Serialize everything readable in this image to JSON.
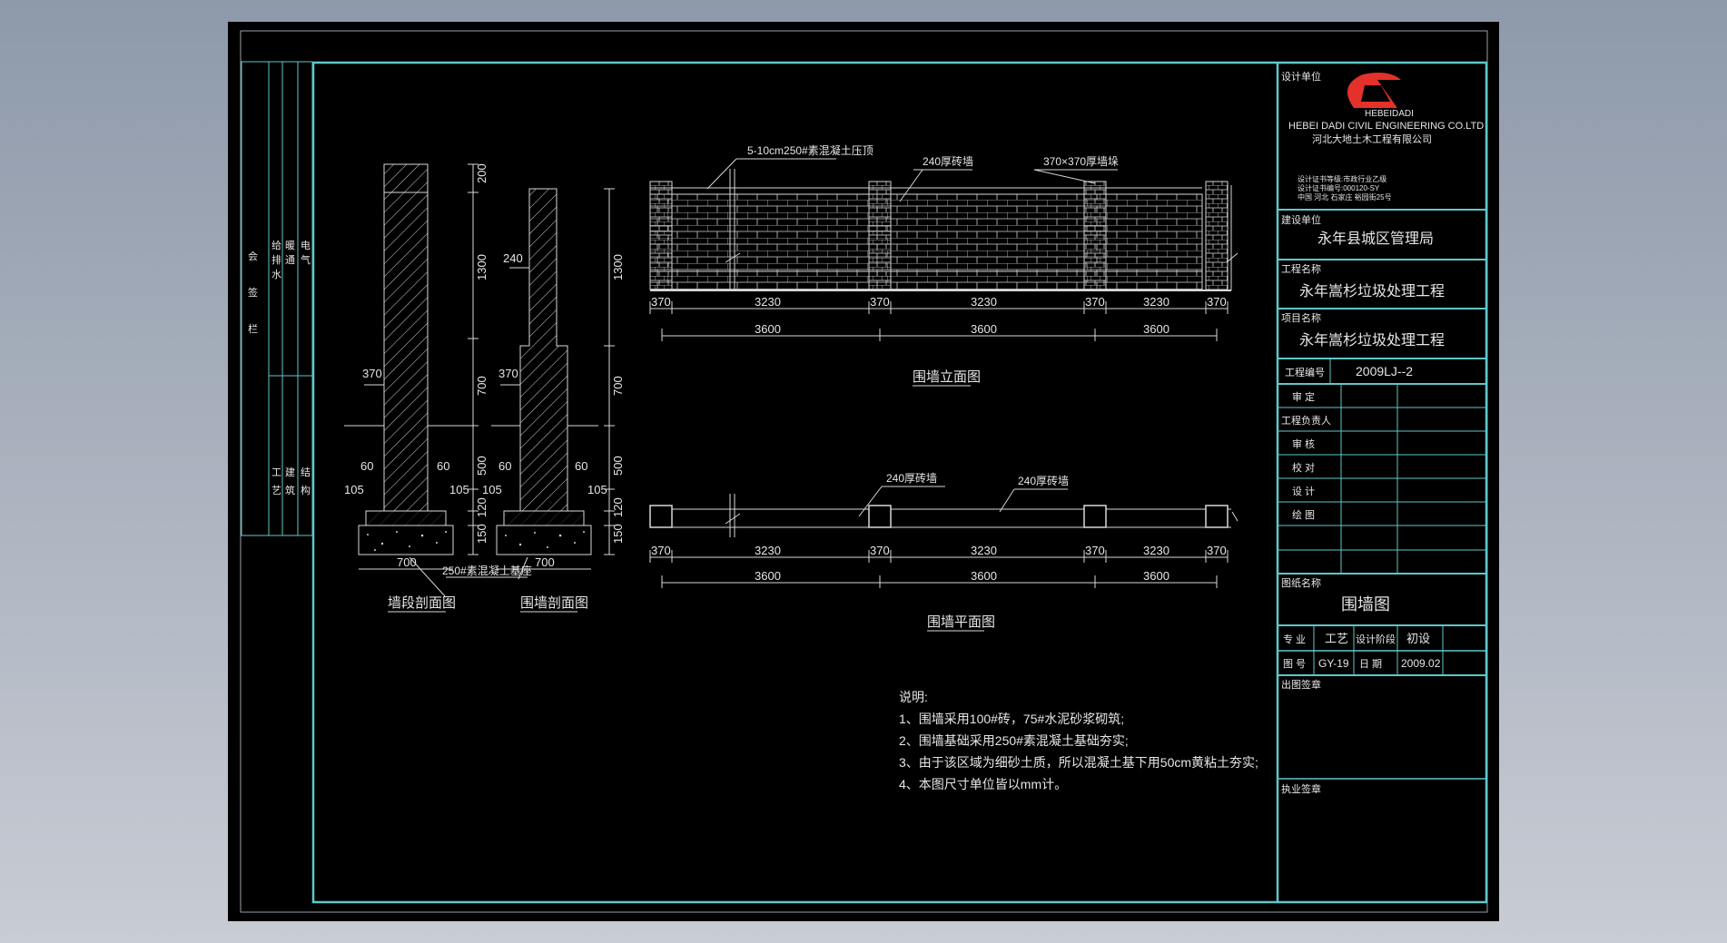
{
  "colors": {
    "frame": "#5fc7c9",
    "logo": "#e4312b",
    "line": "#d8d8d8",
    "background": "#000000"
  },
  "left_strip": {
    "cols": [
      [
        "会",
        "签",
        "栏"
      ],
      [
        "给",
        "排",
        "水"
      ],
      [
        "暖",
        "通"
      ],
      [
        "电",
        "气"
      ]
    ],
    "lower": [
      "工",
      "艺",
      "建",
      "筑",
      "结",
      "构"
    ]
  },
  "section1": {
    "title": "墙段剖面图",
    "dims": {
      "d370": "370",
      "d60a": "60",
      "d60b": "60",
      "d105a": "105",
      "d105b": "105",
      "d700": "700",
      "v200": "200",
      "v1300": "1300",
      "v700": "700",
      "v500": "500",
      "v150": "150",
      "v120": "120"
    }
  },
  "section2": {
    "title": "围墙剖面图",
    "dims": {
      "d240": "240",
      "d370": "370",
      "d60a": "60",
      "d60b": "60",
      "d105a": "105",
      "d105b": "105",
      "d700": "700",
      "v1300": "1300",
      "v700": "700",
      "v500": "500",
      "v150": "150",
      "v120": "120"
    }
  },
  "base_label": "250#素混凝土基座",
  "elevation": {
    "title": "围墙立面图",
    "label_top": "5-10cm250#素混凝土压顶",
    "label_wall": "240厚砖墙",
    "label_pier": "370×370厚墙垛",
    "dims_row1": [
      "370",
      "3230",
      "370",
      "3230",
      "370",
      "3230",
      "370"
    ],
    "dims_row2": [
      "3600",
      "3600",
      "3600"
    ]
  },
  "plan": {
    "title": "围墙平面图",
    "label_a": "240厚砖墙",
    "label_b": "240厚砖墙",
    "dims_row1": [
      "370",
      "3230",
      "370",
      "3230",
      "370",
      "3230",
      "370"
    ],
    "dims_row2": [
      "3600",
      "3600",
      "3600"
    ]
  },
  "notes": {
    "heading": "说明:",
    "lines": [
      "1、围墙采用100#砖，75#水泥砂浆砌筑;",
      "2、围墙基础采用250#素混凝土基础夯实;",
      "3、由于该区域为细砂土质，所以混凝土基下用50cm黄粘土夯实;",
      "4、本图尺寸单位皆以mm计。"
    ]
  },
  "title_block": {
    "design_unit_label": "设计单位",
    "logo_text": "HEBEIDADI",
    "company_en": "HEBEI DADI CIVIL ENGINEERING CO.LTD",
    "company_cn": "河北大地土木工程有限公司",
    "cert_lines": [
      "设计证书等级:市政行业乙级",
      "设计证书编号:000120-SY",
      "中国 河北 石家庄 裕园街25号"
    ],
    "build_unit_label": "建设单位",
    "build_unit": "永年县城区管理局",
    "project_label": "工程名称",
    "project": "永年嵩杉垃圾处理工程",
    "item_label": "项目名称",
    "item": "永年嵩杉垃圾处理工程",
    "number_label": "工程编号",
    "number": "2009LJ--2",
    "roles": [
      "审 定",
      "工程负责人",
      "审 核",
      "校 对",
      "设 计",
      "绘 图"
    ],
    "drawing_name_label": "图纸名称",
    "drawing_name": "围墙图",
    "spec_label": "专 业",
    "spec": "工艺",
    "stage_label": "设计阶段",
    "stage": "初设",
    "drawno_label": "图 号",
    "drawno": "GY-19",
    "date_label": "日 期",
    "date": "2009.02",
    "issue_label": "出图签章",
    "practice_label": "执业签章"
  }
}
